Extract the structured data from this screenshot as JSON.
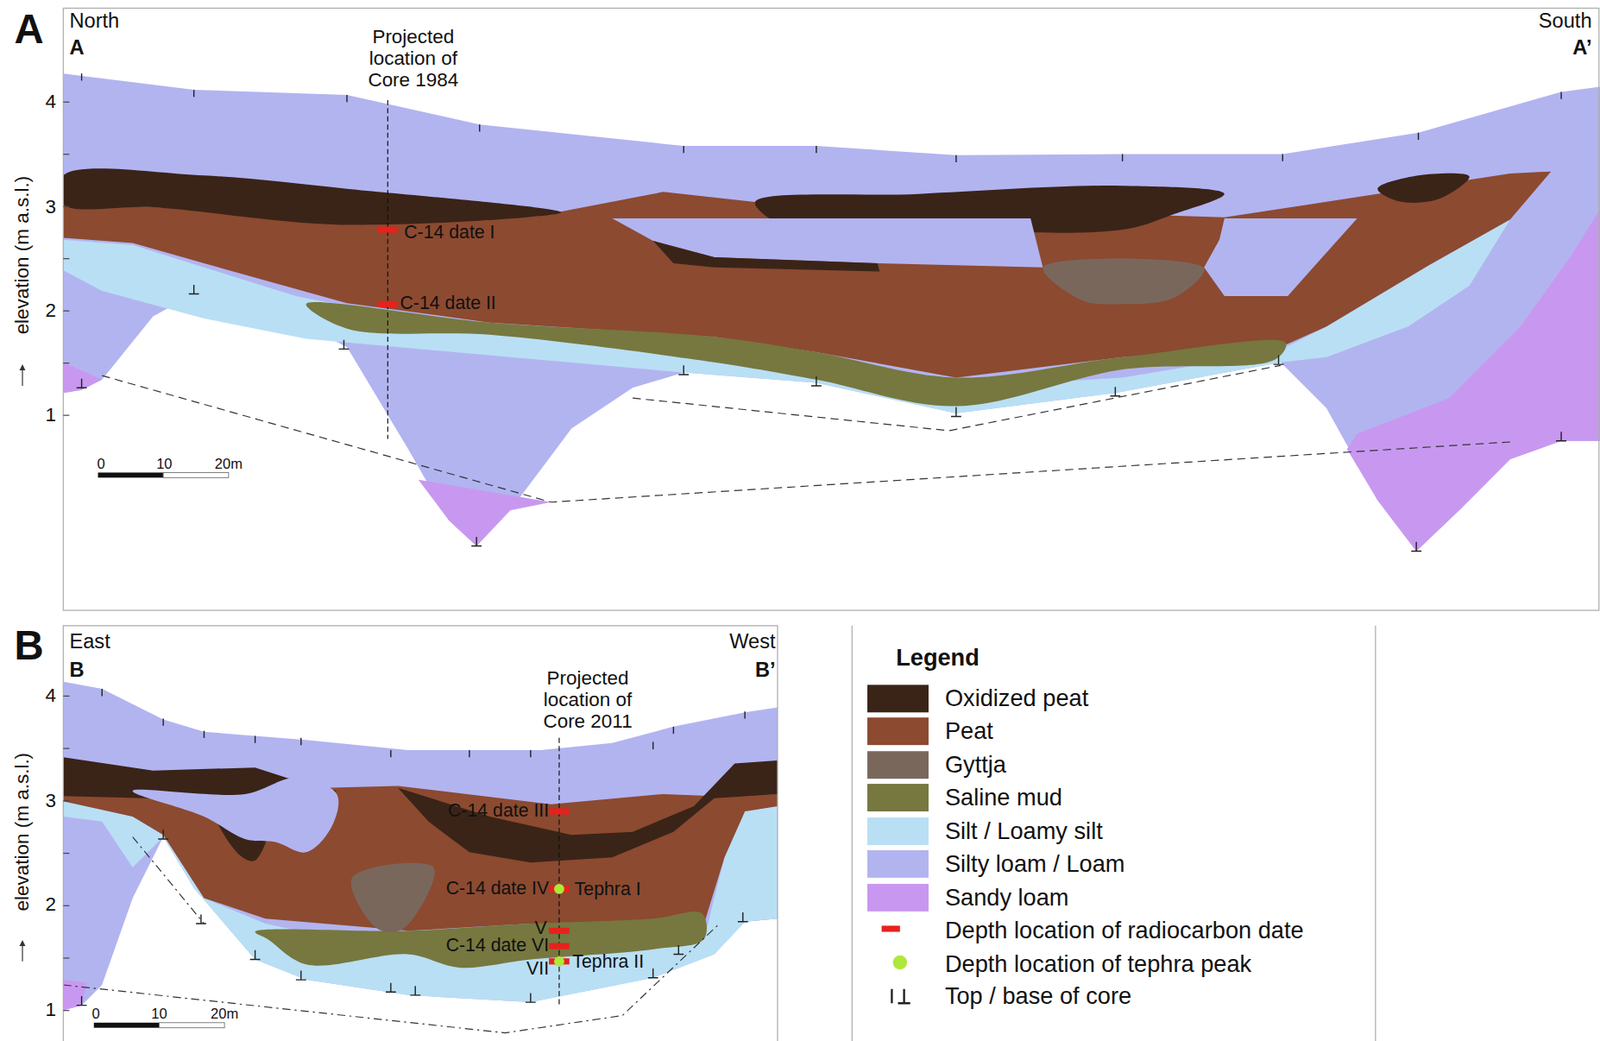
{
  "diagram": {
    "labels": [
      "A",
      "North",
      "A",
      "South",
      "A’",
      "4",
      "3",
      "2",
      "1",
      "elevation (m a.s.l.)",
      "Projected location of Core 1984",
      "C-14 date I",
      "C-14 date II",
      "0",
      "10",
      "20m",
      "B",
      "East",
      "B",
      "West",
      "B’",
      "4",
      "3",
      "2",
      "1",
      "elevation (m a.s.l.)",
      "Projected location of Core 2011",
      "C-14 date III",
      "C-14 date IV",
      "Tephra I",
      "V",
      "C-14 date VI",
      "VII",
      "Tephra II",
      "0",
      "10",
      "20m",
      "Legend"
    ],
    "legend": [
      {
        "text": "Oxidized peat",
        "color": "#3a2418"
      },
      {
        "text": "Peat",
        "color": "#8c4a30"
      },
      {
        "text": "Gyttja",
        "color": "#7a675c"
      },
      {
        "text": "Saline mud",
        "color": "#76783f"
      },
      {
        "text": "Silt / Loamy silt",
        "color": "#b9dff5"
      },
      {
        "text": "Silty loam / Loam",
        "color": "#b2b4f0"
      },
      {
        "text": "Sandy loam",
        "color": "#c898f0"
      },
      {
        "text": "Depth location of radiocarbon date"
      },
      {
        "text": "Depth location of tephra peak"
      },
      {
        "text": "Top / base of core"
      }
    ]
  }
}
